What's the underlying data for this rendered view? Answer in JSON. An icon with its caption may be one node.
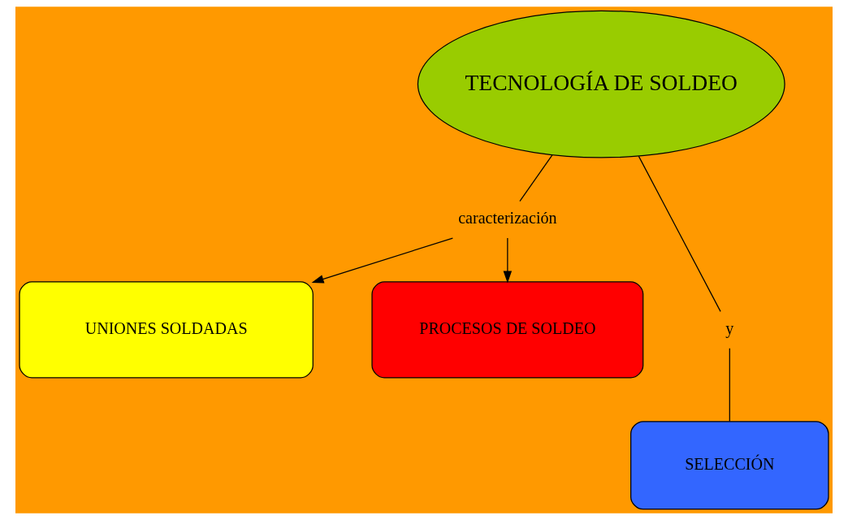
{
  "diagram": {
    "nodes": [
      {
        "text": [
          "TECNOLOGÍA DE SOLDEO"
        ]
      },
      {
        "text": [
          "caracterización"
        ]
      },
      {
        "text": [
          "UNIONES SOLDADAS"
        ]
      },
      {
        "text": [
          "PROCESOS DE SOLDEO"
        ]
      },
      {
        "text": [
          "y"
        ]
      },
      {
        "text": [
          "SELECCIÓN"
        ]
      }
    ],
    "edges": [
      {
        "from": 0,
        "to": 1,
        "arrow": "none"
      },
      {
        "from": 1,
        "to": 2,
        "arrow": "to"
      },
      {
        "from": 1,
        "to": 3,
        "arrow": "to"
      },
      {
        "from": 0,
        "to": 4,
        "arrow": "none"
      },
      {
        "from": 4,
        "to": 5,
        "arrow": "none"
      }
    ]
  }
}
